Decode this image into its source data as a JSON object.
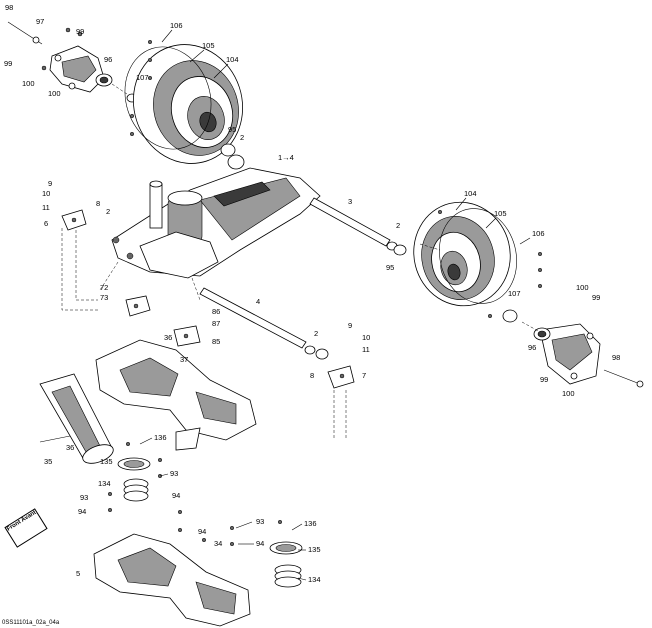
{
  "diagram": {
    "footer_code": "0SS11101a_02a_04a",
    "front_badge": "Front Avant",
    "callout_4_pointer": "1→4",
    "callouts": {
      "c98a": "98",
      "c97": "97",
      "c99a": "99",
      "c99b": "99",
      "c96a": "96",
      "c100a": "100",
      "c100b": "100",
      "c106a": "106",
      "c105a": "105",
      "c104a": "104",
      "c107a": "107",
      "c95a": "95",
      "c2a": "2",
      "c3": "3",
      "c9a": "9",
      "c10a": "10",
      "c11a": "11",
      "c6": "6",
      "c8a": "8",
      "c2b": "2",
      "c104b": "104",
      "c105b": "105",
      "c106b": "106",
      "c2c": "2",
      "c95b": "95",
      "c100c": "100",
      "c99c": "99",
      "c107b": "107",
      "c96b": "96",
      "c98b": "98",
      "c99d": "99",
      "c100d": "100",
      "c72": "72",
      "c73": "73",
      "c4": "4",
      "c86": "86",
      "c87": "87",
      "c85": "85",
      "c36a": "36",
      "c37": "37",
      "c2d": "2",
      "c9b": "9",
      "c10b": "10",
      "c11b": "11",
      "c8b": "8",
      "c7": "7",
      "c35": "35",
      "c36b": "36",
      "c136a": "136",
      "c135a": "135",
      "c93a": "93",
      "c134a": "134",
      "c93b": "93",
      "c94a": "94",
      "c94b": "94",
      "c94c": "94",
      "c93c": "93",
      "c34": "34",
      "c94d": "94",
      "c136b": "136",
      "c135b": "135",
      "c134b": "134",
      "c5": "5"
    }
  }
}
